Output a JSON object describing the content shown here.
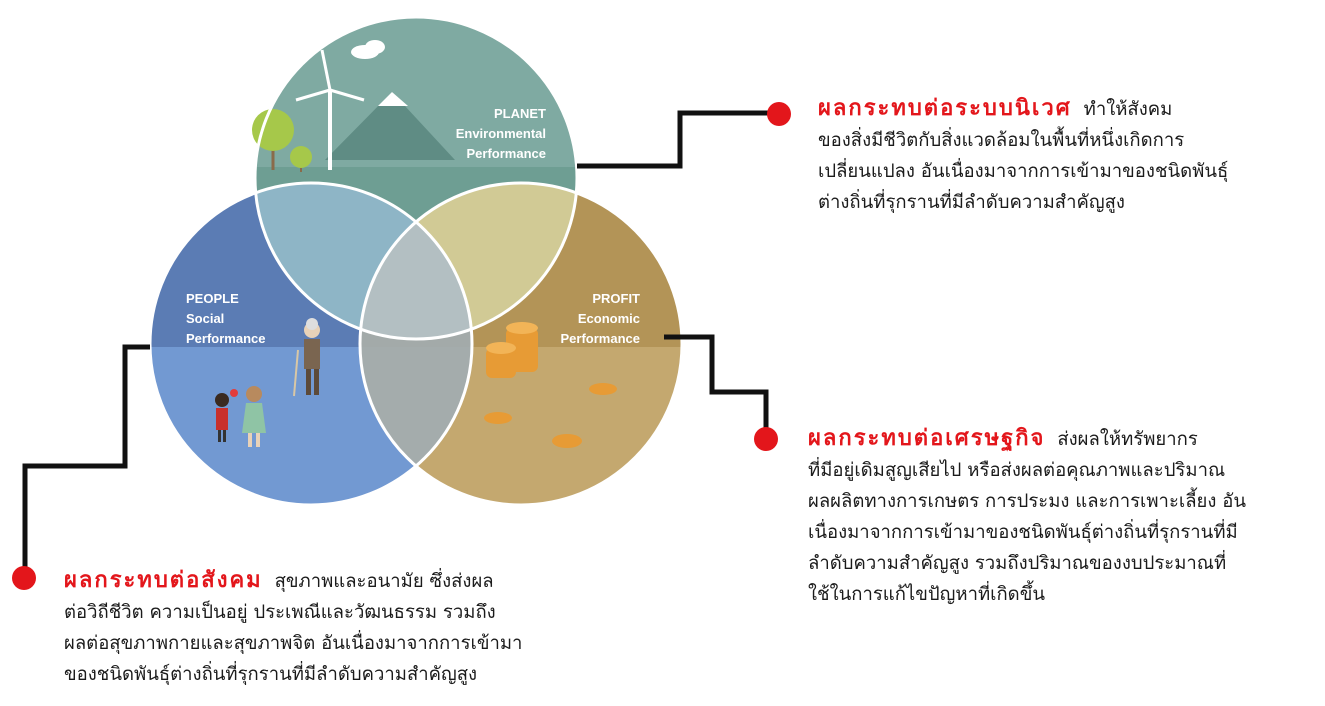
{
  "colors": {
    "accent": "#e3161b",
    "planet": "#6b9a90",
    "people": "#6f8fc4",
    "profit": "#c0a36a",
    "connector": "#111111"
  },
  "planet": {
    "title": "PLANET",
    "subtitle1": "Environmental",
    "subtitle2": "Performance"
  },
  "people": {
    "title": "PEOPLE",
    "subtitle1": "Social",
    "subtitle2": "Performance"
  },
  "profit": {
    "title": "PROFIT",
    "subtitle1": "Economic",
    "subtitle2": "Performance"
  },
  "environment_block": {
    "heading": "ผลกระทบต่อระบบนิเวศ",
    "first": "ทำให้สังคม",
    "lines": [
      "ของสิ่งมีชีวิตกับสิ่งแวดล้อมในพื้นที่หนึ่งเกิดการ",
      "เปลี่ยนแปลง อันเนื่องมาจากการเข้ามาของชนิดพันธุ์",
      "ต่างถิ่นที่รุกรานที่มีลำดับความสำคัญสูง"
    ]
  },
  "economic_block": {
    "heading": "ผลกระทบต่อเศรษฐกิจ",
    "first": "ส่งผลให้ทรัพยากร",
    "lines": [
      "ที่มีอยู่เดิมสูญเสียไป หรือส่งผลต่อคุณภาพและปริมาณ",
      "ผลผลิตทางการเกษตร การประมง และการเพาะเลี้ยง อัน",
      "เนื่องมาจากการเข้ามาของชนิดพันธุ์ต่างถิ่นที่รุกรานที่มี",
      "ลำดับความสำคัญสูง รวมถึงปริมาณของงบประมาณที่",
      "ใช้ในการแก้ไขปัญหาที่เกิดขึ้น"
    ]
  },
  "social_block": {
    "heading": "ผลกระทบต่อสังคม",
    "first": "สุขภาพและอนามัย ซึ่งส่งผล",
    "lines": [
      "ต่อวิถีชีวิต ความเป็นอยู่ ประเพณีและวัฒนธรรม รวมถึง",
      "ผลต่อสุขภาพกายและสุขภาพจิต อันเนื่องมาจากการเข้ามา",
      "ของชนิดพันธุ์ต่างถิ่นที่รุกรานที่มีลำดับความสำคัญสูง"
    ]
  }
}
